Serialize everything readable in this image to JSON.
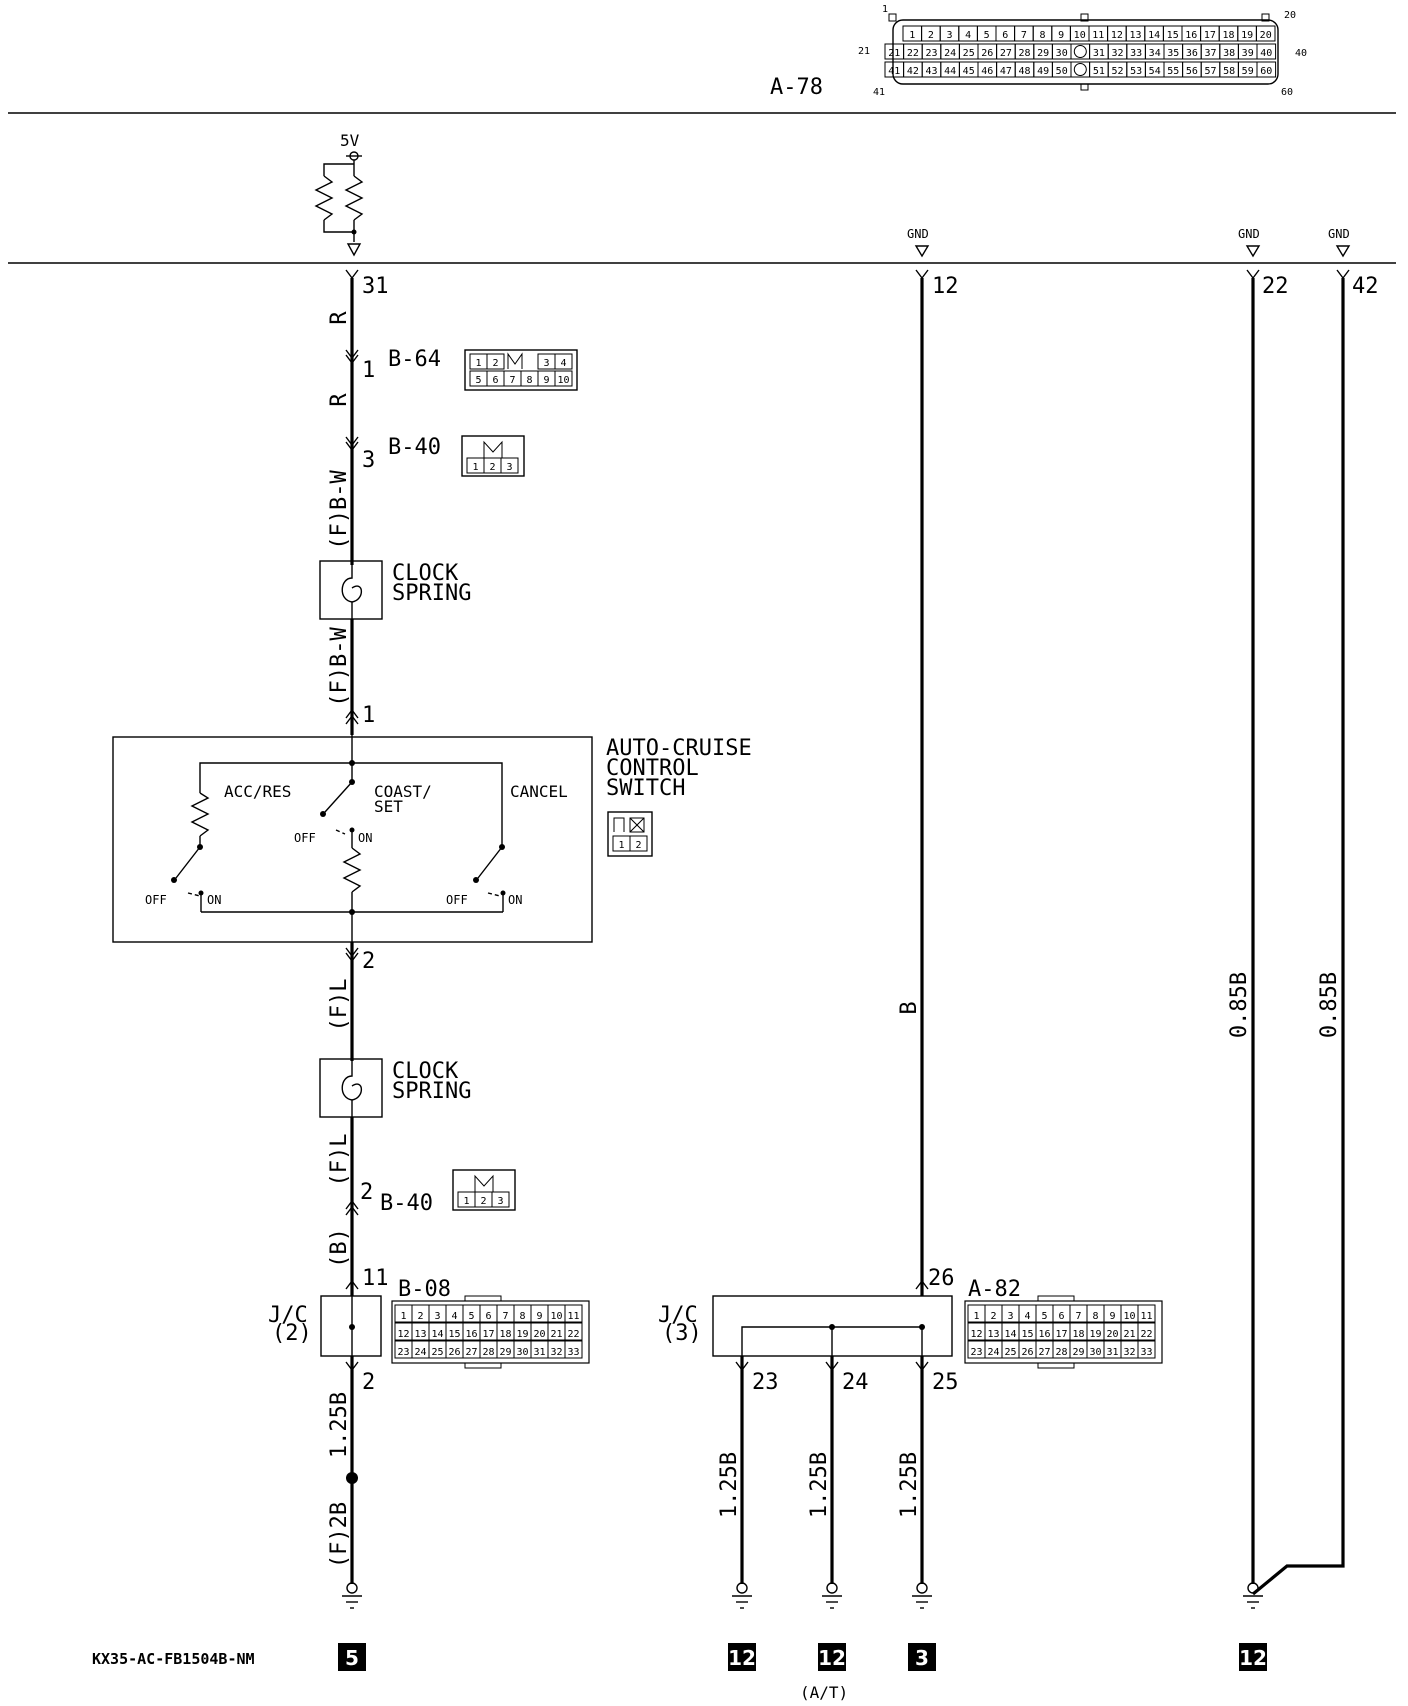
{
  "header": {
    "connector_id": "A-78",
    "pin_rows": [
      [
        "1",
        "2",
        "3",
        "4",
        "5",
        "6",
        "7",
        "8",
        "9",
        "10",
        "11",
        "12",
        "13",
        "14",
        "15",
        "16",
        "17",
        "18",
        "19",
        "20"
      ],
      [
        "21",
        "22",
        "23",
        "24",
        "25",
        "26",
        "27",
        "28",
        "29",
        "30",
        "",
        "31",
        "32",
        "33",
        "34",
        "35",
        "36",
        "37",
        "38",
        "39",
        "40"
      ],
      [
        "41",
        "42",
        "43",
        "44",
        "45",
        "46",
        "47",
        "48",
        "49",
        "50",
        "",
        "51",
        "52",
        "53",
        "54",
        "55",
        "56",
        "57",
        "58",
        "59",
        "60"
      ]
    ],
    "corner_labels": {
      "top_left": "1",
      "top_right": "20",
      "mid_left": "21",
      "mid_right": "40",
      "bot_left": "41",
      "bot_right": "60"
    }
  },
  "supply": {
    "label": "5V"
  },
  "gnd_label": "GND",
  "pins": {
    "p31": "31",
    "p12": "12",
    "p22": "22",
    "p42": "42",
    "p1a": "1",
    "p3": "3",
    "p1b": "1",
    "p2a": "2",
    "p2b": "2",
    "p11": "11",
    "p2c": "2",
    "p26": "26",
    "p23": "23",
    "p24": "24",
    "p25": "25"
  },
  "wires": {
    "r1": "R",
    "r2": "R",
    "bw1": "(F)B-W",
    "bw2": "(F)B-W",
    "l1": "(F)L",
    "l2": "(F)L",
    "b_paren": "(B)",
    "w125a": "1.25B",
    "f2b": "(F)2B",
    "b_main": "B",
    "w085a": "0.85B",
    "w085b": "0.85B",
    "w125b": "1.25B",
    "w125c": "1.25B",
    "w125d": "1.25B"
  },
  "connectors": {
    "b64": {
      "id": "B-64",
      "pins": [
        "1",
        "2",
        "",
        "3",
        "4",
        "5",
        "6",
        "7",
        "8",
        "9",
        "10"
      ]
    },
    "b40a": {
      "id": "B-40",
      "pins": [
        "1",
        "2",
        "3"
      ]
    },
    "b40b": {
      "id": "B-40",
      "pins": [
        "1",
        "2",
        "3"
      ]
    },
    "acs": {
      "pins": [
        "1",
        "2"
      ]
    },
    "b08": {
      "id": "B-08"
    },
    "a82": {
      "id": "A-82"
    },
    "grid33": [
      "1",
      "2",
      "3",
      "4",
      "5",
      "6",
      "7",
      "8",
      "9",
      "10",
      "11",
      "12",
      "13",
      "14",
      "15",
      "16",
      "17",
      "18",
      "19",
      "20",
      "21",
      "22",
      "23",
      "24",
      "25",
      "26",
      "27",
      "28",
      "29",
      "30",
      "31",
      "32",
      "33"
    ]
  },
  "components": {
    "clock_spring_1": "CLOCK\nSPRING",
    "clock_spring_2": "CLOCK\nSPRING",
    "switch_title": [
      "AUTO-CRUISE",
      "CONTROL",
      "SWITCH"
    ],
    "acc_res": "ACC/RES",
    "coast_set": [
      "COAST/",
      "SET"
    ],
    "cancel": "CANCEL",
    "off": "OFF",
    "on": "ON",
    "jc2": [
      "J/C",
      "(2)"
    ],
    "jc3": [
      "J/C",
      "(3)"
    ]
  },
  "grounds": [
    {
      "label": "5"
    },
    {
      "label": "12"
    },
    {
      "label": "12"
    },
    {
      "label": "3"
    },
    {
      "label": "12"
    }
  ],
  "footer": {
    "code": "KX35-AC-FB1504B-NM",
    "at_note": "(A/T)"
  }
}
